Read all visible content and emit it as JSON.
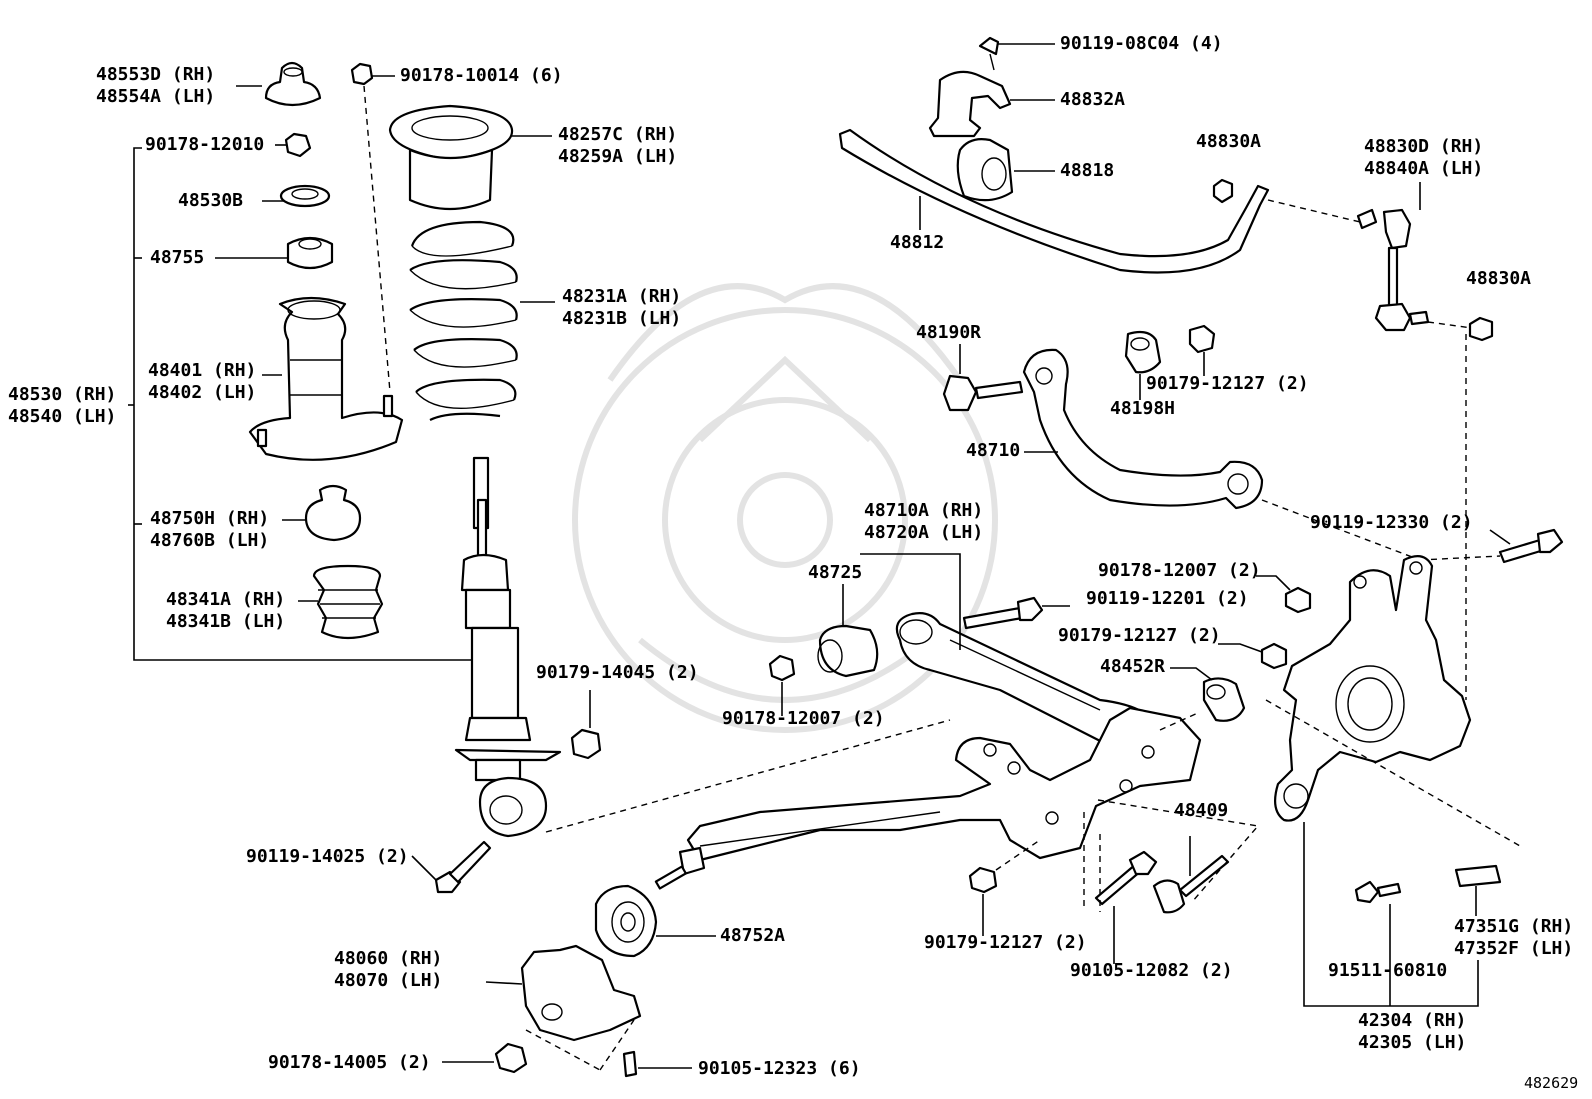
{
  "diagram_id": "482629",
  "labels": {
    "p48553D": [
      "48553D (RH)",
      "48554A (LH)"
    ],
    "p90178_10014": [
      "90178-10014 (6)"
    ],
    "p90178_12010": [
      "90178-12010"
    ],
    "p48530B": [
      "48530B"
    ],
    "p48755": [
      "48755"
    ],
    "p48530": [
      "48530 (RH)",
      "48540 (LH)"
    ],
    "p48401": [
      "48401 (RH)",
      "48402 (LH)"
    ],
    "p48750H": [
      "48750H (RH)",
      "48760B (LH)"
    ],
    "p48341A": [
      "48341A (RH)",
      "48341B (LH)"
    ],
    "p48257C": [
      "48257C (RH)",
      "48259A (LH)"
    ],
    "p48231A": [
      "48231A (RH)",
      "48231B (LH)"
    ],
    "p90119_08C04": [
      "90119-08C04 (4)"
    ],
    "p48832A": [
      "48832A"
    ],
    "p48818": [
      "48818"
    ],
    "p48812": [
      "48812"
    ],
    "p48830A_top": [
      "48830A"
    ],
    "p48830D": [
      "48830D (RH)",
      "48840A (LH)"
    ],
    "p48830A_right": [
      "48830A"
    ],
    "p48190R": [
      "48190R"
    ],
    "p90179_12127_top": [
      "90179-12127 (2)"
    ],
    "p48198H": [
      "48198H"
    ],
    "p48710": [
      "48710"
    ],
    "p90119_12330": [
      "90119-12330 (2)"
    ],
    "p48710A": [
      "48710A (RH)",
      "48720A (LH)"
    ],
    "p48725": [
      "48725"
    ],
    "p90178_12007_right": [
      "90178-12007 (2)"
    ],
    "p90119_12201": [
      "90119-12201 (2)"
    ],
    "p90179_12127_mid": [
      "90179-12127 (2)"
    ],
    "p48452R": [
      "48452R"
    ],
    "p90179_14045": [
      "90179-14045 (2)"
    ],
    "p90178_12007_left": [
      "90178-12007 (2)"
    ],
    "p48409": [
      "48409"
    ],
    "p90119_14025": [
      "90119-14025 (2)"
    ],
    "p48752A": [
      "48752A"
    ],
    "p48060": [
      "48060 (RH)",
      "48070 (LH)"
    ],
    "p90179_12127_bot": [
      "90179-12127 (2)"
    ],
    "p90105_12082": [
      "90105-12082 (2)"
    ],
    "p47351G": [
      "47351G (RH)",
      "47352F (LH)"
    ],
    "p91511_60810": [
      "91511-60810"
    ],
    "p42304": [
      "42304 (RH)",
      "42305 (LH)"
    ],
    "p90178_14005": [
      "90178-14005 (2)"
    ],
    "p90105_12323": [
      "90105-12323 (6)"
    ]
  }
}
